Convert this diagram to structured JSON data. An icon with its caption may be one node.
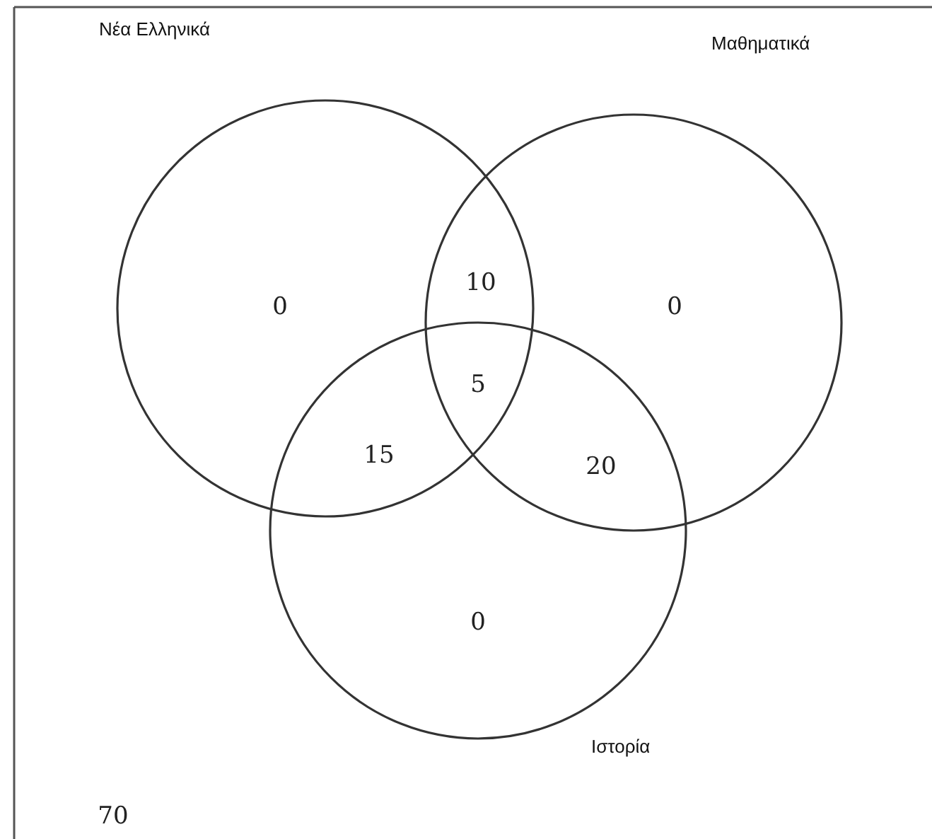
{
  "diagram": {
    "nodes": [
      {
        "text": [
          "Νέα Ελληνικά"
        ]
      },
      {
        "text": [
          "Μαθηματικά"
        ]
      },
      {
        "text": [
          "Ιστορία"
        ]
      }
    ],
    "labels": [
      "0",
      "10",
      "0",
      "5",
      "15",
      "20",
      "0",
      "70"
    ]
  }
}
